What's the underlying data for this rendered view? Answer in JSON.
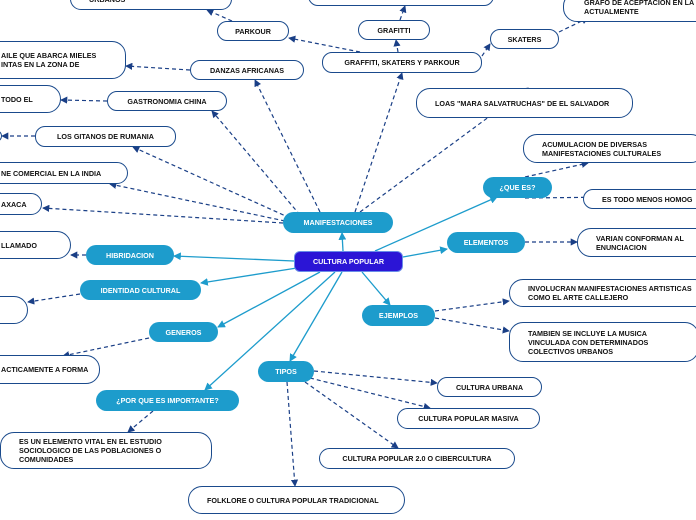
{
  "map": {
    "central": "CULTURA POPULAR",
    "manifestaciones": {
      "label": "MANIFESTACIONES",
      "graffiti_skaters_parkour": "GRAFFITI, SKATERS Y PARKOUR",
      "grafitti": "GRAFITTI",
      "graffiti_leaf": "",
      "skaters": "SKATERS",
      "skaters_leaf": "GRAFO DE ACEPTACION EN LA ACTUALMENTE",
      "parkour": "PARKOUR",
      "parkour_leaf": "URBANOS",
      "danzas": "DANZAS AFRICANAS",
      "danzas_leaf": "AILE QUE ABARCA MIELES INTAS EN LA ZONA DE",
      "gastronomia": "GASTRONOMIA CHINA",
      "gastronomia_leaf": "TODO EL",
      "gitanos": "LOS GITANOS DE RUMANIA",
      "gitanos_leaf": "",
      "cine": "NE COMERCIAL EN LA INDIA",
      "oaxaca": "AXACA",
      "loas": "LOAS \"MARA SALVATRUCHAS\" DE EL SALVADOR"
    },
    "que_es": {
      "label": "¿QUE ES?",
      "leaf1": "ACUMULACION DE DIVERSAS MANIFESTACIONES CULTURALES",
      "leaf2": "ES TODO MENOS HOMOG"
    },
    "elementos": {
      "label": "ELEMENTOS",
      "leaf": "VARIAN CONFORMAN AL ENUNCIACION"
    },
    "ejemplos": {
      "label": "EJEMPLOS",
      "leaf1": "INVOLUCRAN MANIFESTACIONES ARTISTICAS COMO EL ARTE CALLEJERO",
      "leaf2": "TAMBIEN SE INCLUYE LA MUSICA VINCULADA CON DETERMINADOS COLECTIVOS URBANOS"
    },
    "tipos": {
      "label": "TIPOS",
      "t1": "CULTURA URBANA",
      "t2": "CULTURA POPULAR MASIVA",
      "t3": "CULTURA POPULAR 2.0 O CIBERCULTURA",
      "t4": "FOLKLORE O CULTURA POPULAR TRADICIONAL"
    },
    "hibridacion": {
      "label": "HIBRIDACION",
      "leaf": "LLAMADO"
    },
    "identidad": {
      "label": "IDENTIDAD CULTURAL",
      "leaf": ""
    },
    "generos": {
      "label": "GENEROS",
      "leaf": "ACTICAMENTE A FORMA"
    },
    "por_que": {
      "label": "¿POR QUE ES IMPORTANTE?",
      "leaf": "ES UN ELEMENTO VITAL EN EL ESTUDIO SOCIOLOGICO DE LAS POBLACIONES O COMUNIDADES"
    }
  },
  "colors": {
    "central": "#2b15d6",
    "main": "#1d9ccc",
    "connector_solid": "#1d9ccc",
    "connector_dashed": "#1a3f86",
    "leaf_border": "#1a4a8c"
  }
}
